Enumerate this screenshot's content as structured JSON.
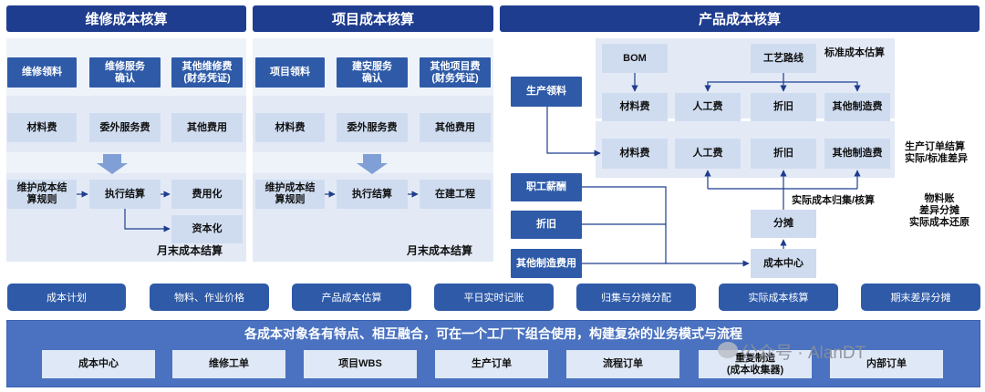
{
  "headers": {
    "maintenance": "维修成本核算",
    "project": "项目成本核算",
    "product": "产品成本核算"
  },
  "maintenance": {
    "sources": [
      "维修领料",
      "维修服务\n确认",
      "其他维修费\n(财务凭证)"
    ],
    "costs": [
      "材料费",
      "委外服务费",
      "其他费用"
    ],
    "rule": "维护成本结\n算规则",
    "execute": "执行结算",
    "expense": "费用化",
    "capitalize": "资本化",
    "month_end": "月末成本结算"
  },
  "project": {
    "sources": [
      "项目领料",
      "建安服务\n确认",
      "其他项目费\n(财务凭证)"
    ],
    "costs": [
      "材料费",
      "委外服务费",
      "其他费用"
    ],
    "rule": "维护成本结\n算规则",
    "execute": "执行结算",
    "wip": "在建工程",
    "month_end": "月末成本结算"
  },
  "product": {
    "bom": "BOM",
    "routing": "工艺路线",
    "std_estimate": "标准成本估算",
    "std_costs": [
      "材料费",
      "人工费",
      "折旧",
      "其他制造费"
    ],
    "prod_issue": "生产领料",
    "actual_costs": [
      "材料费",
      "人工费",
      "折旧",
      "其他制造费"
    ],
    "order_settle": "生产订单结算\n实际/标准差异",
    "ledger": "物料账\n差异分摊\n实际成本还原",
    "inputs": [
      "职工薪酬",
      "折旧",
      "其他制造费用"
    ],
    "actual_collect": "实际成本归集/核算",
    "allocation": "分摊",
    "cost_center": "成本中心"
  },
  "process_pills": [
    "成本计划",
    "物料、作业价格",
    "产品成本估算",
    "平日实时记账",
    "归集与分摊分配",
    "实际成本核算",
    "期末差异分摊"
  ],
  "bottom": {
    "title": "各成本对象各有特点、相互融合，可在一个工厂下组合使用，构建复杂的业务模式与流程",
    "objects": [
      "成本中心",
      "维修工单",
      "项目WBS",
      "生产订单",
      "流程订单",
      "重复制造\n(成本收集器)",
      "内部订单"
    ]
  },
  "watermark": "公众号 · AlanDT"
}
